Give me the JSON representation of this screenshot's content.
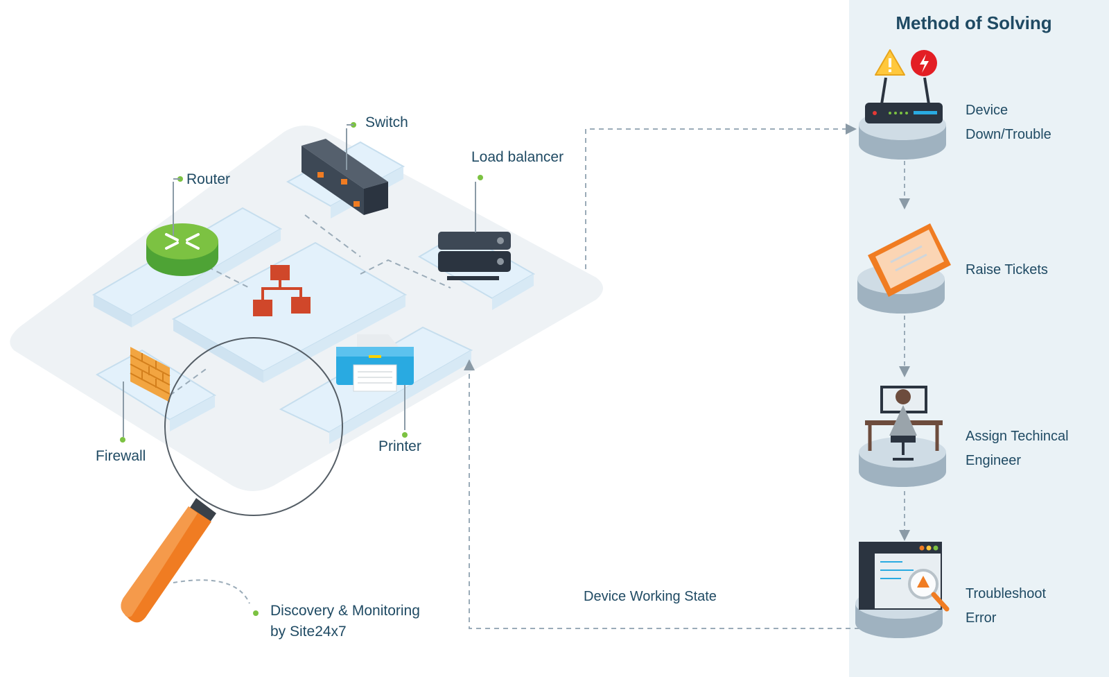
{
  "panel": {
    "title": "Method of Solving",
    "steps": [
      {
        "label": "Device\nDown/Trouble"
      },
      {
        "label": "Raise Tickets"
      },
      {
        "label": "Assign Techincal\nEngineer"
      },
      {
        "label": "Troubleshoot\nError"
      }
    ]
  },
  "network": {
    "switch": "Switch",
    "router": "Router",
    "load_balancer": "Load balancer",
    "firewall": "Firewall",
    "printer": "Printer"
  },
  "discovery": {
    "line1": "Discovery & Monitoring",
    "line2": "by Site24x7"
  },
  "feedback_label": "Device Working State",
  "colors": {
    "panel_bg": "#eaf2f6",
    "text": "#1f4a63",
    "accent_green": "#7cc242",
    "accent_orange": "#f07c22",
    "platform": "#e3f1fb"
  }
}
